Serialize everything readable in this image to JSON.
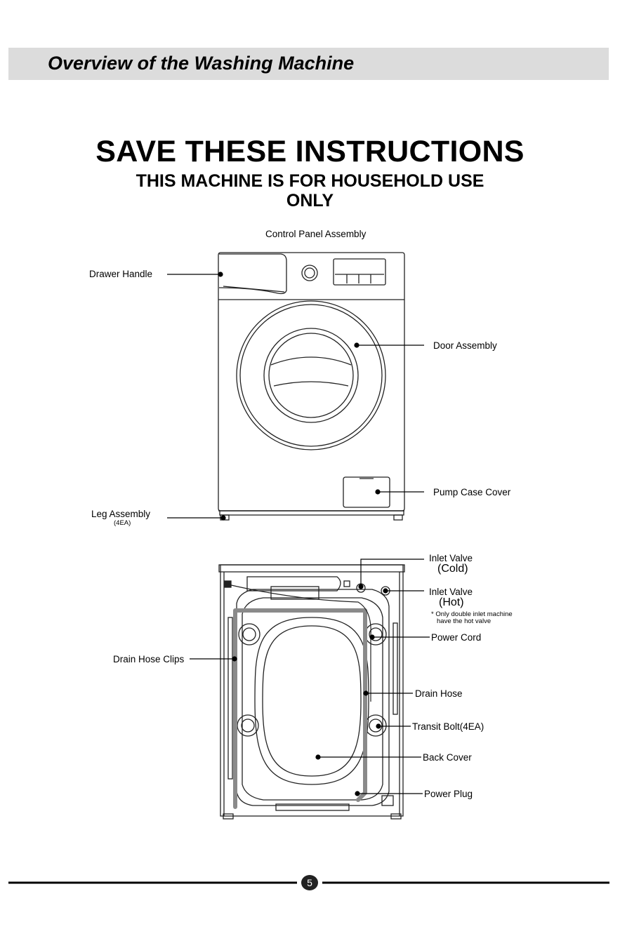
{
  "header": {
    "title": "Overview of  the Washing Machine"
  },
  "headings": {
    "save": "SAVE THESE INSTRUCTIONS",
    "household_line1": "THIS MACHINE IS FOR HOUSEHOLD USE",
    "household_line2": "ONLY"
  },
  "front_labels": {
    "control_panel": "Control Panel Assembly",
    "drawer_handle": "Drawer Handle",
    "door_assembly": "Door Assembly",
    "pump_case": "Pump Case Cover",
    "leg_assembly": "Leg Assembly",
    "leg_count": "(4EA)"
  },
  "back_labels": {
    "inlet_valve_cold": "Inlet Valve",
    "cold": "(Cold)",
    "inlet_valve_hot": "Inlet Valve",
    "hot": "(Hot)",
    "note_line1": "* Only double inlet machine",
    "note_line2": "have the hot valve",
    "power_cord": "Power Cord",
    "drain_hose_clips": "Drain Hose Clips",
    "drain_hose": "Drain Hose",
    "transit_bolt": "Transit Bolt(4EA)",
    "back_cover": "Back Cover",
    "power_plug": "Power Plug"
  },
  "footer": {
    "page_number": "5"
  }
}
